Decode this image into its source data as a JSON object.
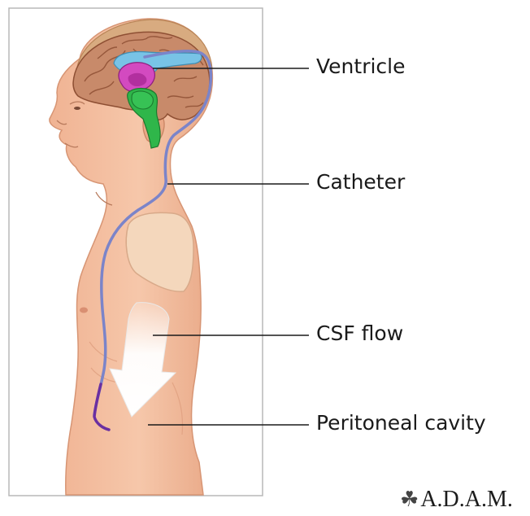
{
  "labels": {
    "ventricle": "Ventricle",
    "catheter": "Catheter",
    "csf_flow": "CSF flow",
    "peritoneal_cavity": "Peritoneal cavity"
  },
  "logo": {
    "text": "A.D.A.M."
  },
  "colors": {
    "frame_border": "#b9b9b9",
    "skin": "#f3bf9f",
    "skin_shadow": "#e2a27f",
    "hair": "#d8ab80",
    "brain": "#c88a6a",
    "ventricle_blue": "#78c3e6",
    "ventricle_magenta": "#d34ac0",
    "brainstem_green": "#2fb64a",
    "catheter": "#7b84c9",
    "catheter_tip": "#6a2fa1",
    "arrow": "#ffffff"
  }
}
